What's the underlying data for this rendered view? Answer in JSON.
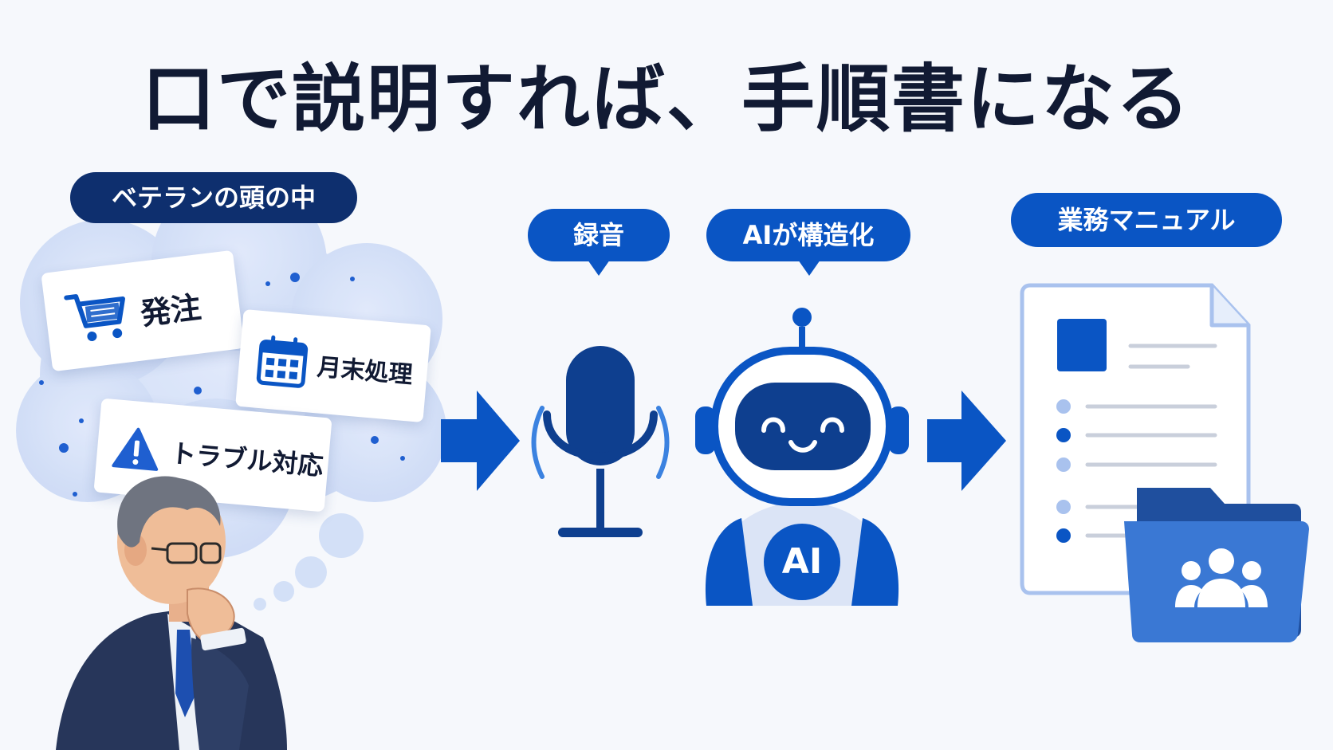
{
  "title": "口で説明すれば、手順書になる",
  "labels": {
    "veteran": "ベテランの頭の中",
    "recording": "録音",
    "ai_structuring": "AIが構造化",
    "manual": "業務マニュアル"
  },
  "tasks": [
    {
      "label": "発注",
      "icon": "shopping-cart-icon"
    },
    {
      "label": "月末処理",
      "icon": "calendar-icon"
    },
    {
      "label": "トラブル対応",
      "icon": "warning-icon"
    }
  ],
  "robot_badge": "AI",
  "colors": {
    "primary_blue": "#0a55c4",
    "navy": "#0e2f6e",
    "light_blue": "#c9d8f5",
    "background": "#f6f8fc"
  }
}
